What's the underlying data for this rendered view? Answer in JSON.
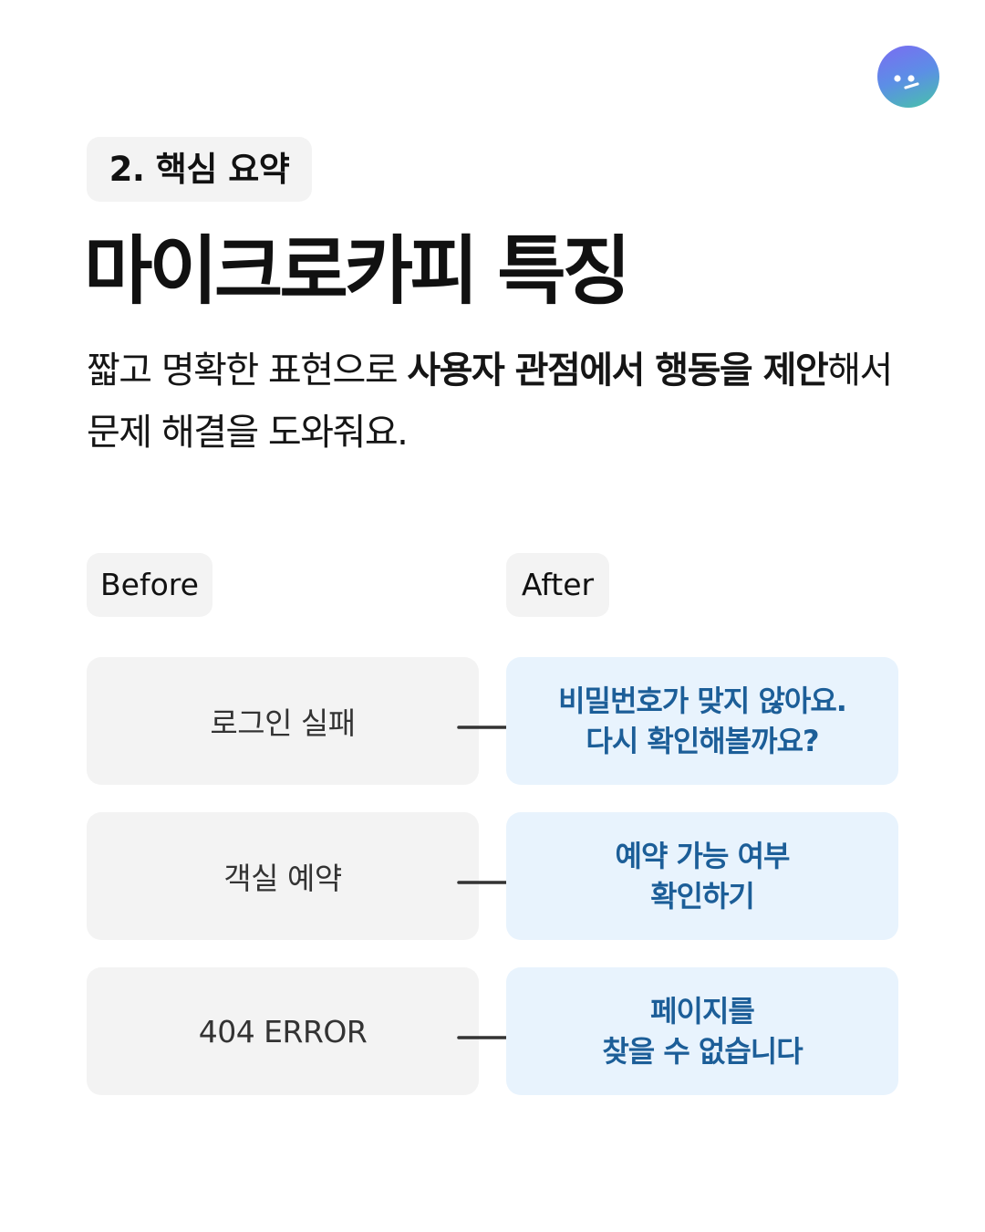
{
  "header": {
    "section_label": "2. 핵심 요약",
    "title": "마이크로카피 특징",
    "description": {
      "part1": "짧고 명확한 표현으로 ",
      "bold1": "사용자 관점에서 행동을 제안",
      "part2": "해서 문제 해결을 도와줘요."
    }
  },
  "comparison": {
    "before_label": "Before",
    "after_label": "After",
    "rows": [
      {
        "before": "로그인 실패",
        "after": [
          "비밀번호가 맞지 않아요.",
          "다시 확인해볼까요?"
        ]
      },
      {
        "before": "객실 예약",
        "after": [
          "예약 가능 여부",
          "확인하기"
        ]
      },
      {
        "before": "404 ERROR",
        "after": [
          "페이지를",
          "찾을 수 없습니다"
        ]
      }
    ]
  },
  "icons": {
    "avatar": "smiley-face-icon",
    "arrow": "arrow-right-icon"
  },
  "colors": {
    "after_bg": "#e8f3fd",
    "after_text": "#1c5e98",
    "before_bg": "#f3f3f3"
  }
}
